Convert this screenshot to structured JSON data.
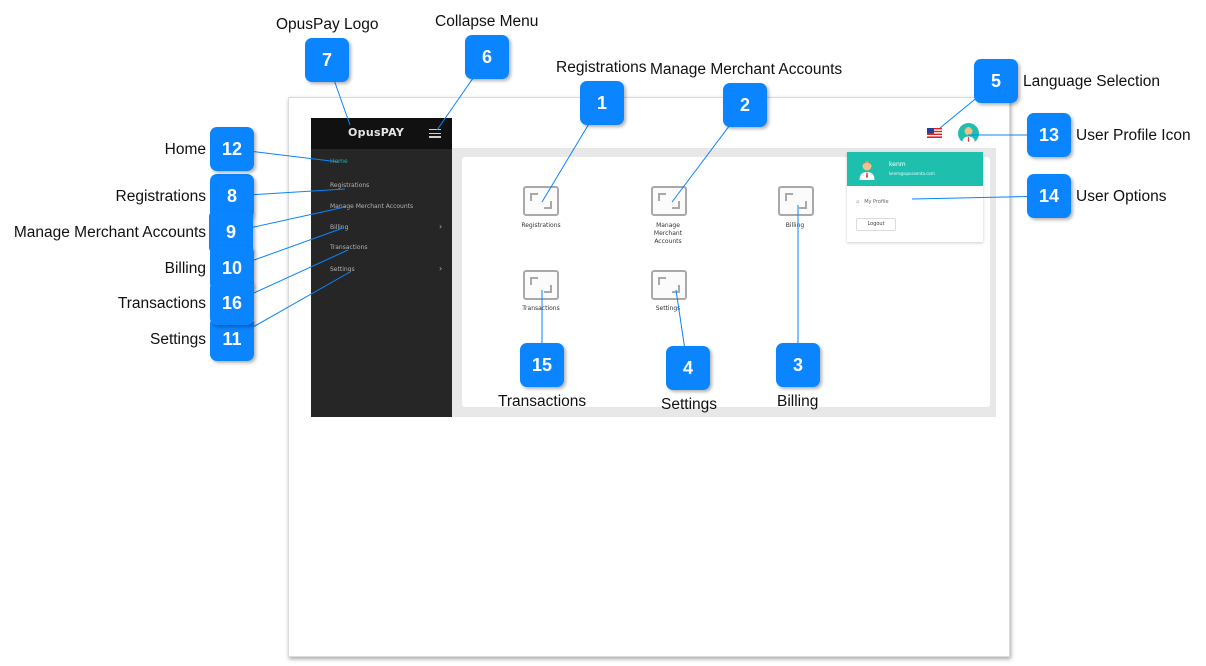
{
  "app": {
    "logo": "OpusPAY",
    "nav": {
      "home": "Home",
      "registrations": "Registrations",
      "manage_merchant_accounts": "Manage Merchant Accounts",
      "billing": "Billing",
      "transactions": "Transactions",
      "settings": "Settings"
    },
    "tiles": {
      "registrations": "Registrations",
      "manage_merchant_line1": "Manage",
      "manage_merchant_line2": "Merchant",
      "manage_merchant_line3": "Accounts",
      "billing": "Billing",
      "transactions": "Transactions",
      "settings": "Settings"
    },
    "user_menu": {
      "name": "kenm",
      "email": "kenm@opusxenta.com",
      "my_profile": "My Profile",
      "logout": "Logout"
    }
  },
  "callouts": {
    "c1": {
      "number": "1",
      "label": "Registrations"
    },
    "c2": {
      "number": "2",
      "label": "Manage Merchant Accounts"
    },
    "c3": {
      "number": "3",
      "label": "Billing"
    },
    "c4": {
      "number": "4",
      "label": "Settings"
    },
    "c5": {
      "number": "5",
      "label": "Language Selection"
    },
    "c6": {
      "number": "6",
      "label": "Collapse Menu"
    },
    "c7": {
      "number": "7",
      "label": "OpusPay Logo"
    },
    "c8": {
      "number": "8",
      "label": "Registrations"
    },
    "c9": {
      "number": "9",
      "label": "Manage Merchant Accounts"
    },
    "c10": {
      "number": "10",
      "label": "Billing"
    },
    "c11": {
      "number": "11",
      "label": "Settings"
    },
    "c12": {
      "number": "12",
      "label": "Home"
    },
    "c13": {
      "number": "13",
      "label": "User Profile Icon"
    },
    "c14": {
      "number": "14",
      "label": "User Options"
    },
    "c15": {
      "number": "15",
      "label": "Transactions"
    },
    "c16": {
      "number": "16",
      "label": "Transactions"
    }
  },
  "colors": {
    "badge": "#0a85ff",
    "sidebar": "#262626",
    "accent": "#1fbfae"
  },
  "icons": [
    "hamburger-icon",
    "us-flag-icon",
    "avatar-icon",
    "chevron-right-icon",
    "tile-placeholder-icon",
    "home-icon"
  ]
}
